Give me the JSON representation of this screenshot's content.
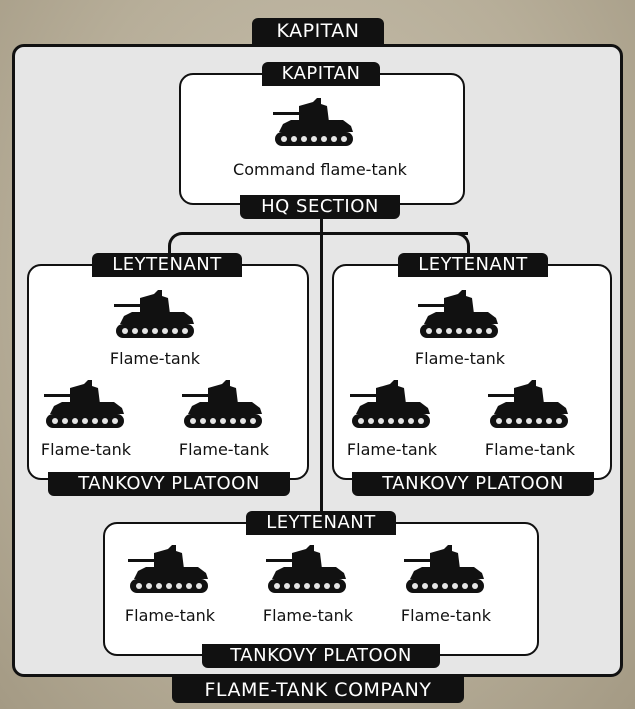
{
  "header_label": "KAPITAN",
  "footer_label": "FLAME-TANK COMPANY",
  "hq": {
    "rank_label": "KAPITAN",
    "unit_caption": "Command flame-tank",
    "section_label": "HQ SECTION"
  },
  "platoon_left": {
    "rank_label": "LEYTENANT",
    "captions": [
      "Flame-tank",
      "Flame-tank",
      "Flame-tank"
    ],
    "section_label": "TANKOVY PLATOON"
  },
  "platoon_right": {
    "rank_label": "LEYTENANT",
    "captions": [
      "Flame-tank",
      "Flame-tank",
      "Flame-tank"
    ],
    "section_label": "TANKOVY PLATOON"
  },
  "platoon_bottom": {
    "rank_label": "LEYTENANT",
    "captions": [
      "Flame-tank",
      "Flame-tank",
      "Flame-tank"
    ],
    "section_label": "TANKOVY PLATOON"
  },
  "icons": {
    "tank": "tank-silhouette-icon"
  },
  "colors": {
    "ink": "#111111",
    "panel": "#e6e6e6",
    "box": "#ffffff"
  }
}
